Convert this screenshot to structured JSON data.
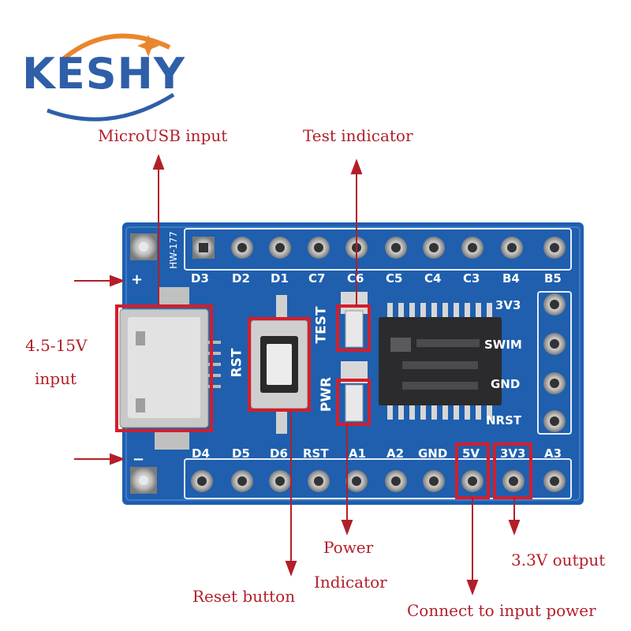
{
  "brand": {
    "name": "KESHY"
  },
  "board": {
    "model": "HW-177",
    "top_pins": [
      "D3",
      "D2",
      "D1",
      "C7",
      "C6",
      "C5",
      "C4",
      "C3",
      "B4",
      "B5"
    ],
    "bottom_pins": [
      "D4",
      "D5",
      "D6",
      "RST",
      "A1",
      "A2",
      "GND",
      "5V",
      "3V3",
      "A3"
    ],
    "right_pins": [
      "3V3",
      "SWIM",
      "GND",
      "NRST"
    ],
    "silk": {
      "rst": "RST",
      "test": "TEST",
      "pwr": "PWR",
      "plus": "+",
      "minus": "−"
    }
  },
  "callouts": {
    "microusb": "MicroUSB input",
    "test_indicator": "Test indicator",
    "input_line1": "4.5-15V",
    "input_line2": "input",
    "power_line1": "Power",
    "power_line2": "Indicator",
    "reset": "Reset button",
    "output_33": "3.3V output",
    "connect_power": "Connect to input power"
  },
  "colors": {
    "pcb": "#1f5fae",
    "callout": "#b21f2a",
    "logo_blue": "#2e5fa8",
    "logo_orange": "#e9862b"
  }
}
